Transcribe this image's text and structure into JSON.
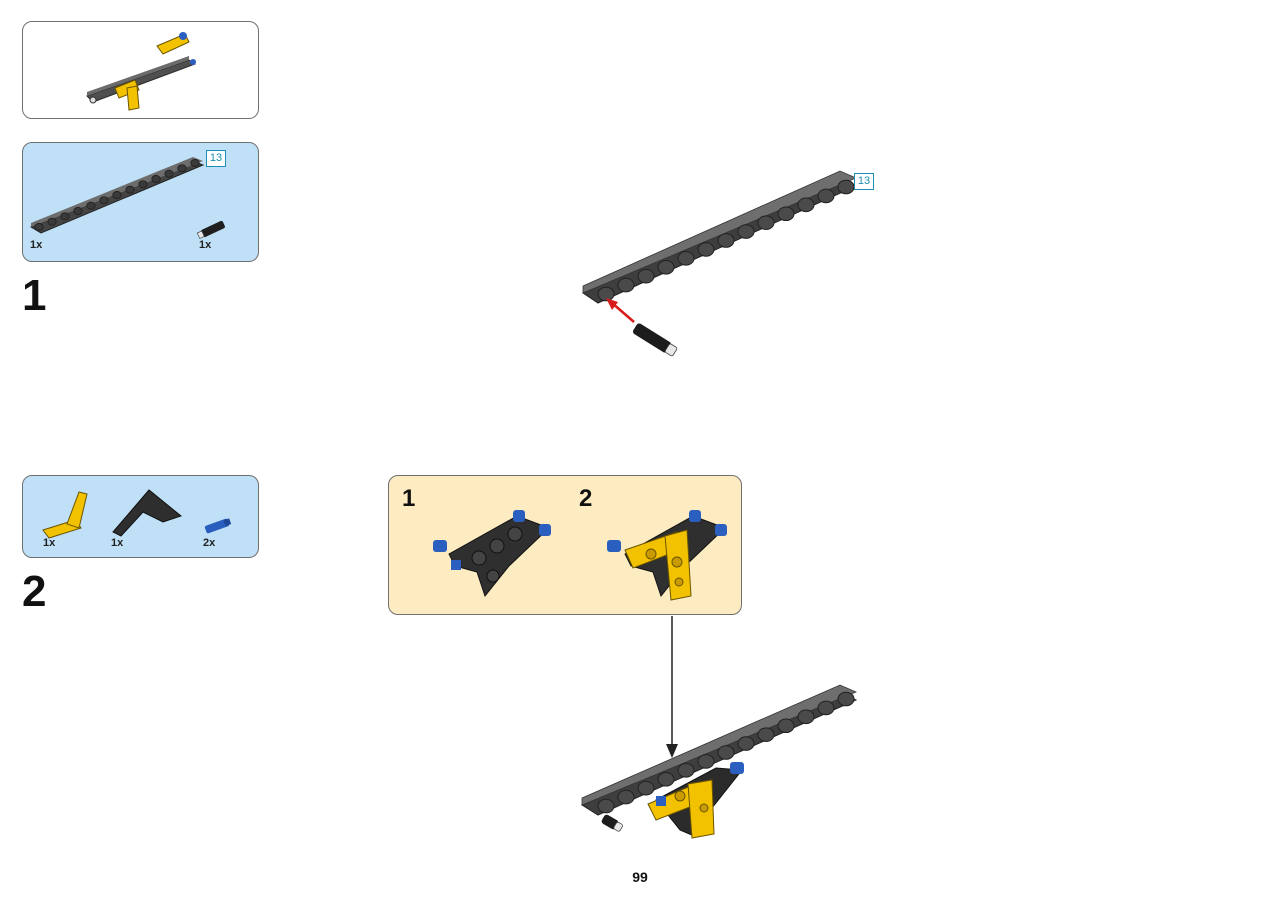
{
  "steps": [
    {
      "number": "1",
      "parts": [
        {
          "name": "gray beam 13 holes",
          "qty": "1x",
          "length_label": "13"
        },
        {
          "name": "black friction pin with bush",
          "qty": "1x"
        }
      ],
      "callout_length_label": "13"
    },
    {
      "number": "2",
      "parts": [
        {
          "name": "yellow angled beam",
          "qty": "1x"
        },
        {
          "name": "black triangle plate",
          "qty": "1x"
        },
        {
          "name": "blue axle pin",
          "qty": "2x"
        }
      ],
      "substeps": [
        {
          "number": "1"
        },
        {
          "number": "2"
        }
      ]
    }
  ],
  "page": {
    "number": "99"
  },
  "colors": {
    "parts_panel_bg": "#bfe0f7",
    "subassembly_bg": "#fdebc1",
    "beam_gray": "#5a5a5a",
    "yellow": "#f2c200",
    "blue": "#2a5fbf",
    "arrow_red": "#d81b1b",
    "length_box": "#1a8fb0"
  }
}
